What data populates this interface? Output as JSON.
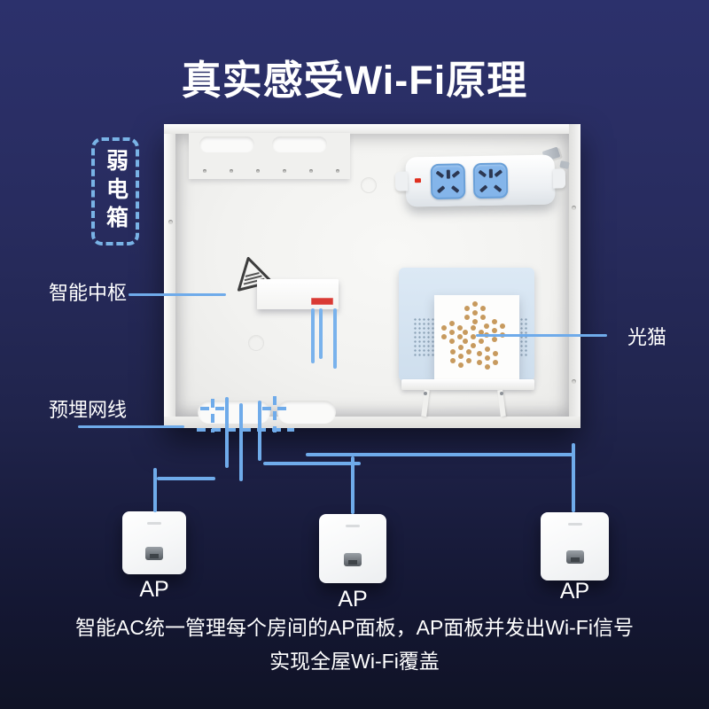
{
  "title": "真实感受Wi-Fi原理",
  "cabinet": {
    "badge": "弱电箱"
  },
  "callouts": {
    "smart_hub": {
      "label": "智能中枢"
    },
    "modem": {
      "label": "光猫"
    },
    "embedded_cable": {
      "label": "预埋网线"
    }
  },
  "aps": [
    {
      "label": "AP"
    },
    {
      "label": "AP"
    },
    {
      "label": "AP"
    }
  ],
  "caption": {
    "line1": "智能AC统一管理每个房间的AP面板，AP面板并发出Wi-Fi信号",
    "line2": "实现全屋Wi-Fi覆盖"
  },
  "colors": {
    "background_top": "#2c316c",
    "background_bottom": "#101326",
    "accent_blue_line": "#6fabea",
    "badge_dash_blue": "#79b3e6",
    "socket_blue": "#84b5ea",
    "hub_brand_red": "#d93a34",
    "modem_dot_tan": "#c79a5e",
    "text_white": "#ffffff"
  },
  "icons": {
    "warning": "warning-triangle-icon",
    "power_socket": "power-socket-icon",
    "rj45_port": "rj45-port-icon",
    "led": "power-led-icon"
  }
}
